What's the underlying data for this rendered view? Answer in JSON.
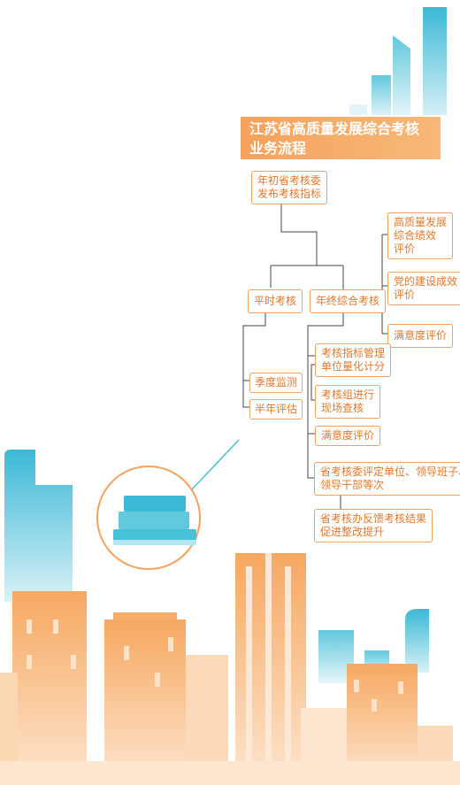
{
  "title": {
    "line1": "江苏省高质量发展综合考核",
    "line2": "业务流程"
  },
  "nodes": {
    "start": {
      "line1": "年初省考核委",
      "line2": "发布考核指标"
    },
    "regular": "平时考核",
    "yearend": "年终综合考核",
    "eval1": {
      "line1": "高质量发展",
      "line2": "综合绩效",
      "line3": "评价"
    },
    "eval2": {
      "line1": "党的建设成效",
      "line2": "评价"
    },
    "eval3": "满意度评价",
    "quarter": "季度监测",
    "half": "半年评估",
    "quant": {
      "line1": "考核指标管理",
      "line2": "单位量化计分"
    },
    "onsite": {
      "line1": "考核组进行",
      "line2": "现场查核"
    },
    "satisf": "满意度评价",
    "rating": {
      "line1": "省考核委评定单位、领导班子、",
      "line2": "领导干部等次"
    },
    "feedback": {
      "line1": "省考核办反馈考核结果",
      "line2": "促进整改提升"
    }
  },
  "colors": {
    "orange": "#f5a25d",
    "blue": "#48c0d8",
    "node_text": "#e0782c",
    "line": "#444444"
  }
}
